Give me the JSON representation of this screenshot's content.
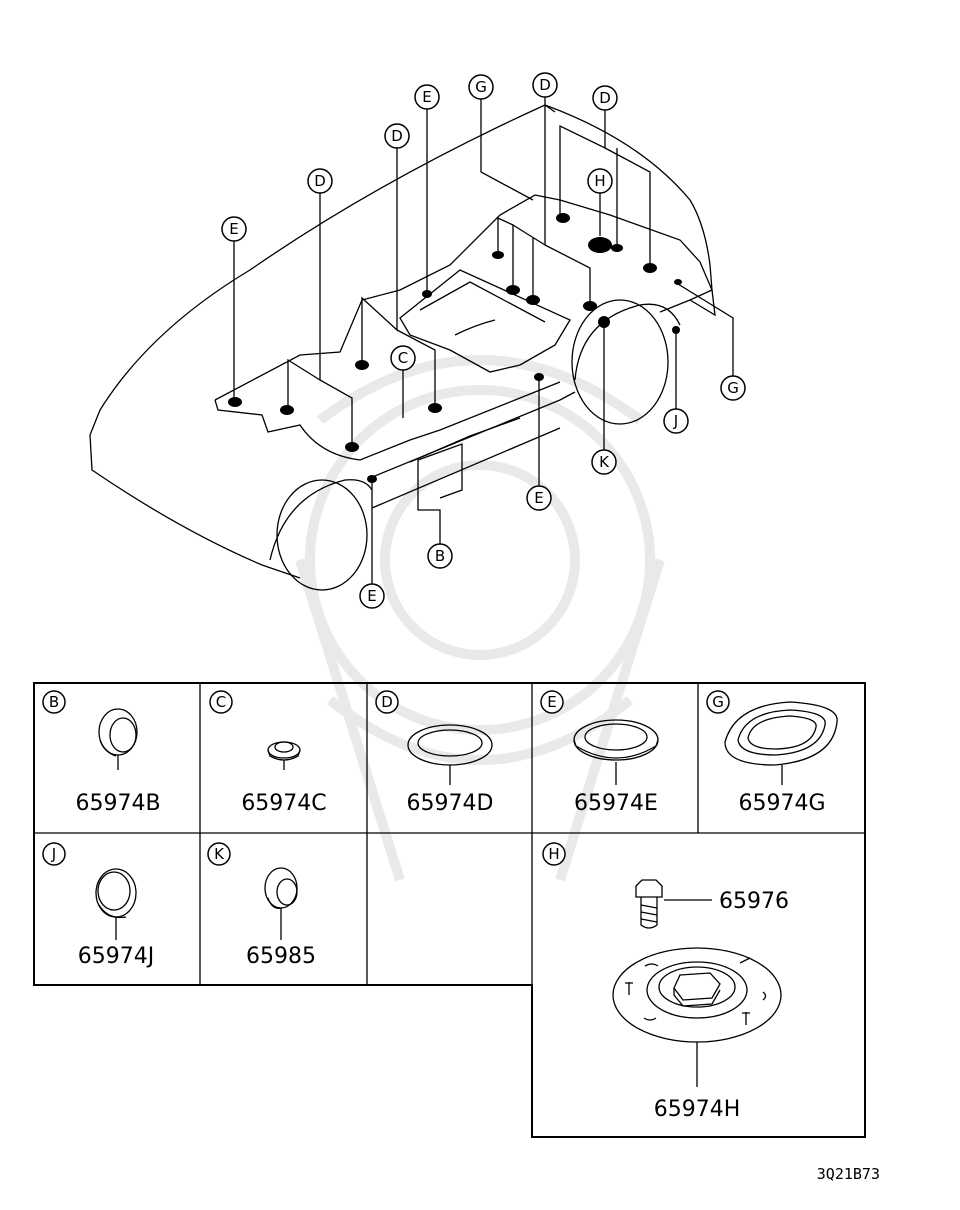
{
  "callouts": {
    "b": "B",
    "c": "C",
    "d": "D",
    "e": "E",
    "g": "G",
    "h": "H",
    "j": "J",
    "k": "K"
  },
  "parts": {
    "b": "65974B",
    "c": "65974C",
    "d": "65974D",
    "e": "65974E",
    "g": "65974G",
    "j": "65974J",
    "k": "65985",
    "h_bolt": "65976",
    "h": "65974H"
  },
  "diagram_code": "3Q21B73"
}
